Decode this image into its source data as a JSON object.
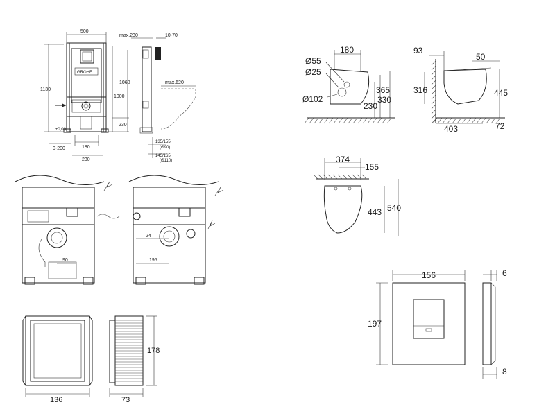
{
  "frame_front": {
    "brand": "GROHE",
    "width_total": "500",
    "height_total": "1130",
    "height_inner": "1000",
    "height_1060": "1060",
    "height_230": "230",
    "zero": "±0,00",
    "offset": "0-200",
    "w180": "180",
    "w230": "230"
  },
  "frame_side": {
    "max230": "max.230",
    "range": "10-70",
    "max620": "max.620",
    "d135": "135/155",
    "d135_sub": "(Ø90)",
    "d145": "145/165",
    "d145_sub": "(Ø110)"
  },
  "install_left": {
    "d90": "90"
  },
  "install_right": {
    "d24": "24",
    "d195": "195"
  },
  "box_front": {
    "w136": "136"
  },
  "box_side": {
    "w73": "73",
    "h178": "178"
  },
  "wc_top": {
    "d180": "180",
    "d55": "Ø55",
    "d25": "Ø25",
    "d102": "Ø102",
    "d230": "230",
    "d330": "330",
    "d365": "365"
  },
  "wc_side": {
    "d93": "93",
    "d50": "50",
    "d316": "316",
    "d445": "445",
    "d403": "403",
    "d72": "72"
  },
  "wc_front": {
    "d374": "374",
    "d155": "155",
    "d443": "443",
    "d540": "540"
  },
  "plate": {
    "w156": "156",
    "h197": "197",
    "d6": "6",
    "d8": "8"
  }
}
